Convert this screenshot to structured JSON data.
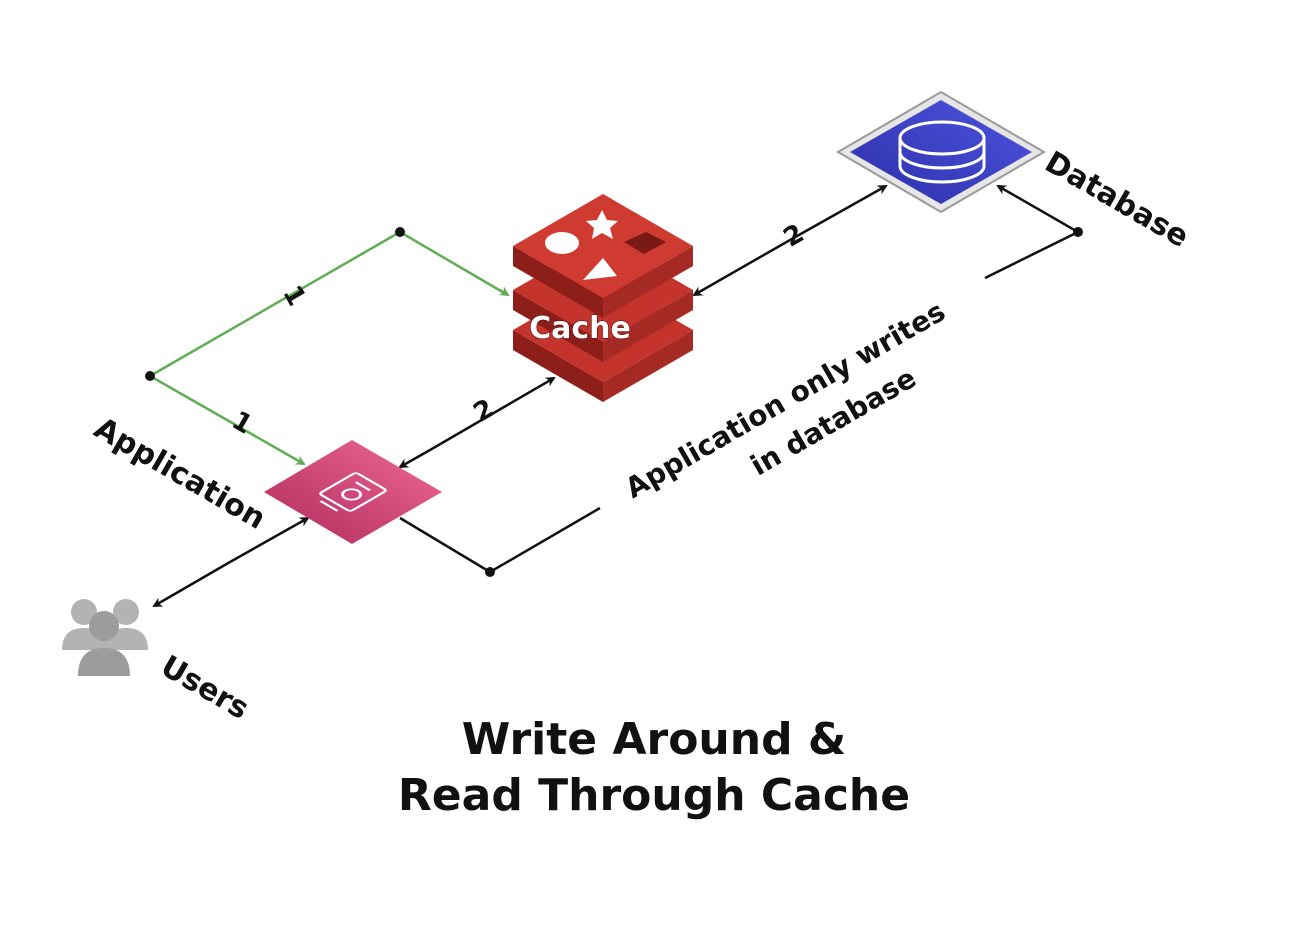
{
  "title": {
    "line1": "Write Around &",
    "line2": "Read Through Cache"
  },
  "nodes": {
    "application": "Application",
    "cache": "Cache",
    "database": "Database",
    "users": "Users"
  },
  "edges": {
    "app_to_cache_write": "1",
    "app_read_return": "1",
    "app_cache_read": "2",
    "cache_db_read": "2",
    "app_db_note_line1": "Application only writes",
    "app_db_note_line2": "in database"
  },
  "colors": {
    "write_path": "#5fae54",
    "read_path": "#111111",
    "cache_red": "#c5342c",
    "app_pink": "#d4406f",
    "db_blue": "#3a3fc7",
    "users_gray": "#b3b3b3"
  },
  "icons": {
    "application": "mobile-cloud-app-icon",
    "cache": "redis-stack-icon",
    "database": "database-cylinder-icon",
    "users": "users-group-icon"
  }
}
